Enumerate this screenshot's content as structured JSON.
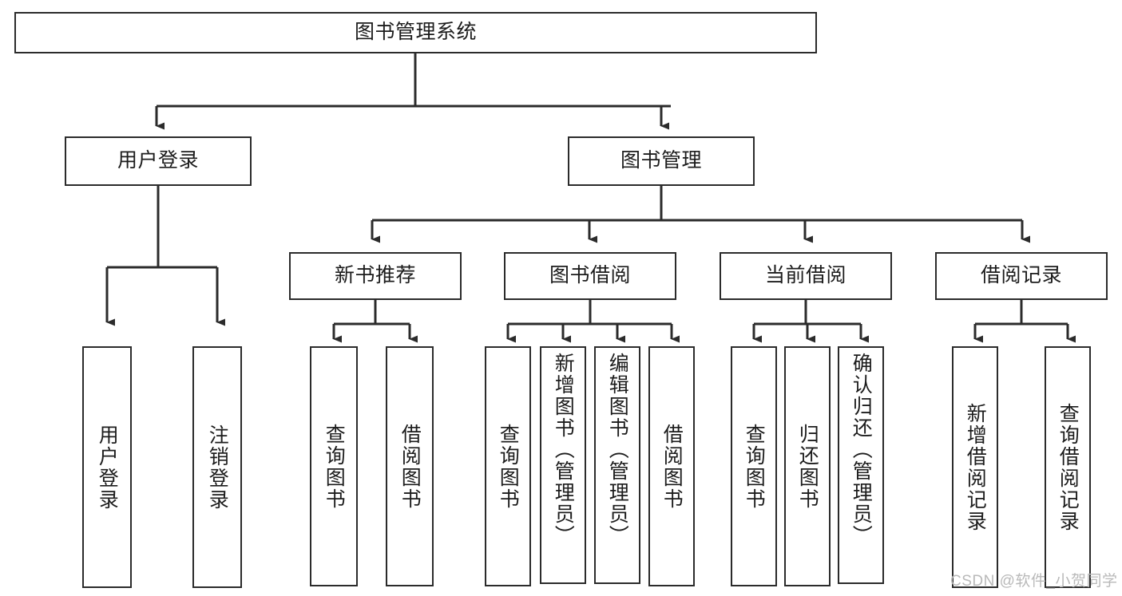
{
  "diagram": {
    "title": "图书管理系统",
    "type": "tree",
    "watermark": "CSDN @软件_小贺同学",
    "colors": {
      "border": "#2b2b2b",
      "text": "#1c1c1c",
      "background": "#ffffff",
      "watermark": "#b9b9b9"
    },
    "levels": {
      "root": {
        "label": "图书管理系统"
      },
      "level2": [
        {
          "label": "用户登录"
        },
        {
          "label": "图书管理"
        }
      ],
      "level3": [
        {
          "label": "新书推荐"
        },
        {
          "label": "图书借阅"
        },
        {
          "label": "当前借阅"
        },
        {
          "label": "借阅记录"
        }
      ]
    },
    "leaves": {
      "user_login": [
        {
          "label": "用户登录"
        },
        {
          "label": "注销登录"
        }
      ],
      "new_book": [
        {
          "label": "查询图书"
        },
        {
          "label": "借阅图书"
        }
      ],
      "book_borrow": [
        {
          "label": "查询图书"
        },
        {
          "label": "新增图书（管理员）"
        },
        {
          "label": "编辑图书（管理员）"
        },
        {
          "label": "借阅图书"
        }
      ],
      "current_borrow": [
        {
          "label": "查询图书"
        },
        {
          "label": "归还图书"
        },
        {
          "label": "确认归还（管理员）"
        }
      ],
      "borrow_record": [
        {
          "label": "新增借阅记录"
        },
        {
          "label": "查询借阅记录"
        }
      ]
    }
  }
}
